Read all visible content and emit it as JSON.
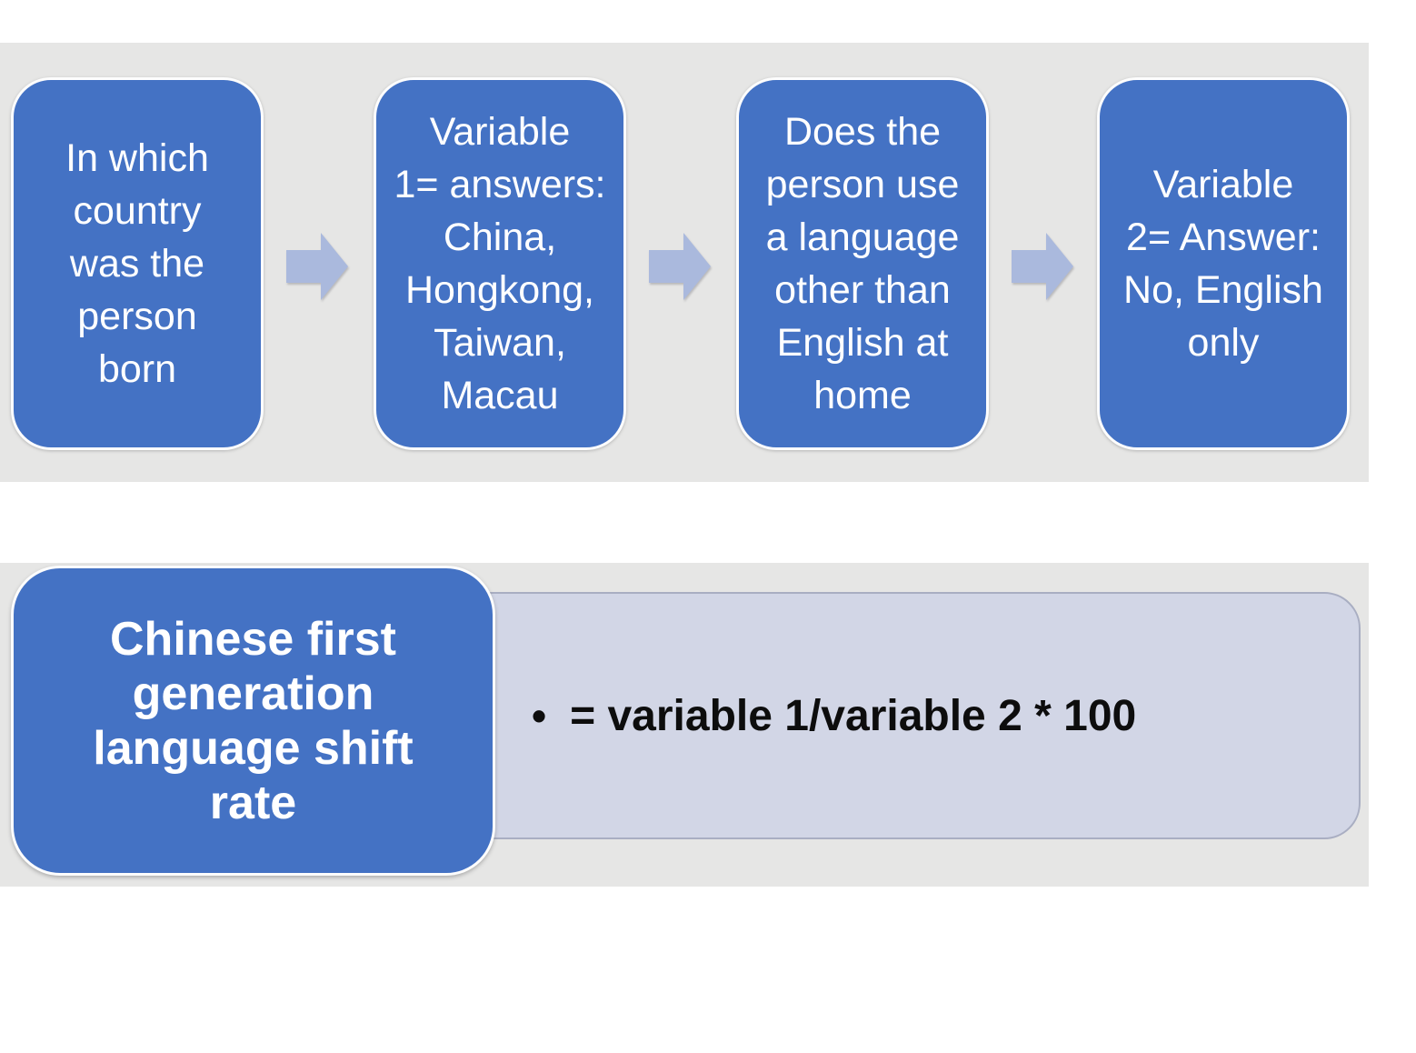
{
  "colors": {
    "box_blue": "#4472c4",
    "arrow_fill": "#aab9dd",
    "lavender_fill": "#d2d6e6",
    "band_gray": "#e6e6e5",
    "box_text": "#ffffff",
    "formula_text": "#0d0d0d"
  },
  "flow": {
    "boxes": [
      {
        "text": "In which\ncountry\nwas the\nperson\nborn"
      },
      {
        "text": "Variable\n1= answers:\nChina,\nHongkong,\nTaiwan,\nMacau"
      },
      {
        "text": "Does the\nperson use\na language\nother than\nEnglish at\nhome"
      },
      {
        "text": "Variable\n2= Answer:\nNo, English\nonly"
      }
    ]
  },
  "result": {
    "title": "Chinese first\ngeneration\nlanguage shift\nrate",
    "formula_bullet": "•",
    "formula": "= variable 1/variable 2 * 100"
  }
}
